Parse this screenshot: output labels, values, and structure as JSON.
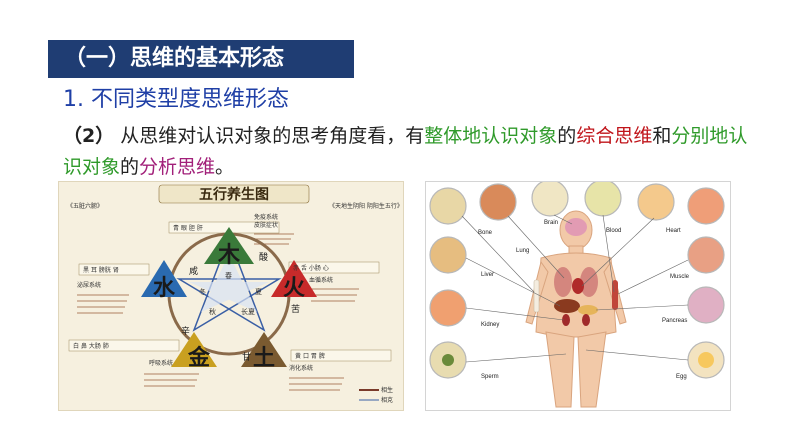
{
  "header": {
    "title": "（一）思维的基本形态"
  },
  "section": {
    "heading": "1. 不同类型度思维形态"
  },
  "paragraph": {
    "num": "（2）",
    "t1": " 从思维对认识对象的思考角度看，有",
    "t2": "整体地认识对象",
    "t3": "的",
    "t4": "综合思维",
    "t5": "和",
    "t6": "分别地认识对象",
    "t7": "的",
    "t8": "分析思维",
    "t9": "。"
  },
  "left_figure": {
    "title": "五行养生图",
    "side_left": "《五脏六腑》",
    "side_right": "《天地生阴阳 阴阳生五行》",
    "elements": {
      "wood": "木",
      "fire": "火",
      "earth": "土",
      "metal": "金",
      "water": "水"
    },
    "tastes": {
      "sour": "酸",
      "bitter": "苦",
      "sweet": "甘",
      "pungent": "辛",
      "salty": "咸"
    },
    "seasons": {
      "spring": "春",
      "summer": "夏",
      "long_summer": "长夏",
      "autumn": "秋",
      "winter": "冬"
    },
    "systems": {
      "immune": "免疫系统",
      "circulatory": "血循系统",
      "urinary": "泌尿系统",
      "respiratory": "呼吸系统",
      "digestive": "消化系统",
      "skin": "皮肤症状"
    },
    "organs_wood": [
      "青",
      "眼",
      "胆",
      "肝"
    ],
    "organs_fire": [
      "赤",
      "舌",
      "小肠",
      "心"
    ],
    "organs_water": [
      "黑",
      "耳",
      "膀胱",
      "肾"
    ],
    "organs_metal": [
      "白",
      "鼻",
      "大肠",
      "肺"
    ],
    "organs_earth": [
      "黄",
      "口",
      "胃",
      "脾"
    ],
    "legend": {
      "generate": "相生",
      "restrain": "相克"
    }
  },
  "right_figure": {
    "labels": [
      "Bone",
      "Lung",
      "Brain",
      "Blood",
      "Heart",
      "Liver",
      "Muscle",
      "Kidney",
      "Pancreas",
      "Sperm",
      "Egg"
    ]
  },
  "colors": {
    "title_bar": "#1f3d73",
    "heading": "#1f3fa6",
    "green": "#2f9a2a",
    "red": "#c0141a",
    "purple": "#a2207a"
  }
}
